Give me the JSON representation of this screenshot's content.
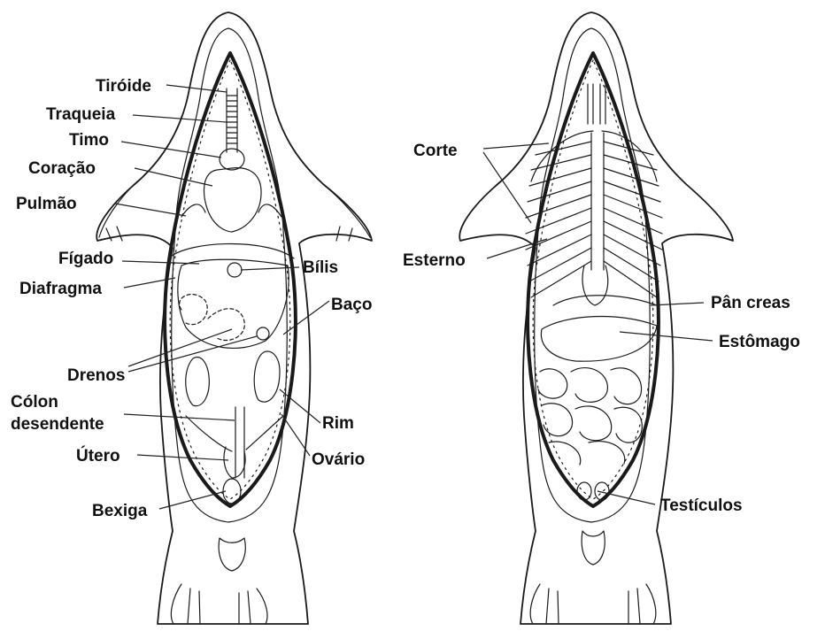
{
  "left_labels": [
    {
      "key": "tiroide",
      "text": "Tiróide"
    },
    {
      "key": "traqueia",
      "text": "Traqueia"
    },
    {
      "key": "timo",
      "text": "Timo"
    },
    {
      "key": "coracao",
      "text": "Coração"
    },
    {
      "key": "pulmao",
      "text": "Pulmão"
    },
    {
      "key": "figado",
      "text": "Fígado"
    },
    {
      "key": "diafragma",
      "text": "Diafragma"
    },
    {
      "key": "bilis",
      "text": "Bílis"
    },
    {
      "key": "baco",
      "text": "Baço"
    },
    {
      "key": "drenos",
      "text": "Drenos"
    },
    {
      "key": "colon_1",
      "text": "Cólon"
    },
    {
      "key": "colon_2",
      "text": "desendente"
    },
    {
      "key": "rim",
      "text": "Rim"
    },
    {
      "key": "utero",
      "text": "Útero"
    },
    {
      "key": "ovario",
      "text": "Ovário"
    },
    {
      "key": "bexiga",
      "text": "Bexiga"
    }
  ],
  "right_labels": [
    {
      "key": "corte",
      "text": "Corte"
    },
    {
      "key": "esterno",
      "text": "Esterno"
    },
    {
      "key": "pancreas",
      "text": "Pân creas"
    },
    {
      "key": "estomago",
      "text": "Estômago"
    },
    {
      "key": "testiculos",
      "text": "Testículos"
    }
  ]
}
